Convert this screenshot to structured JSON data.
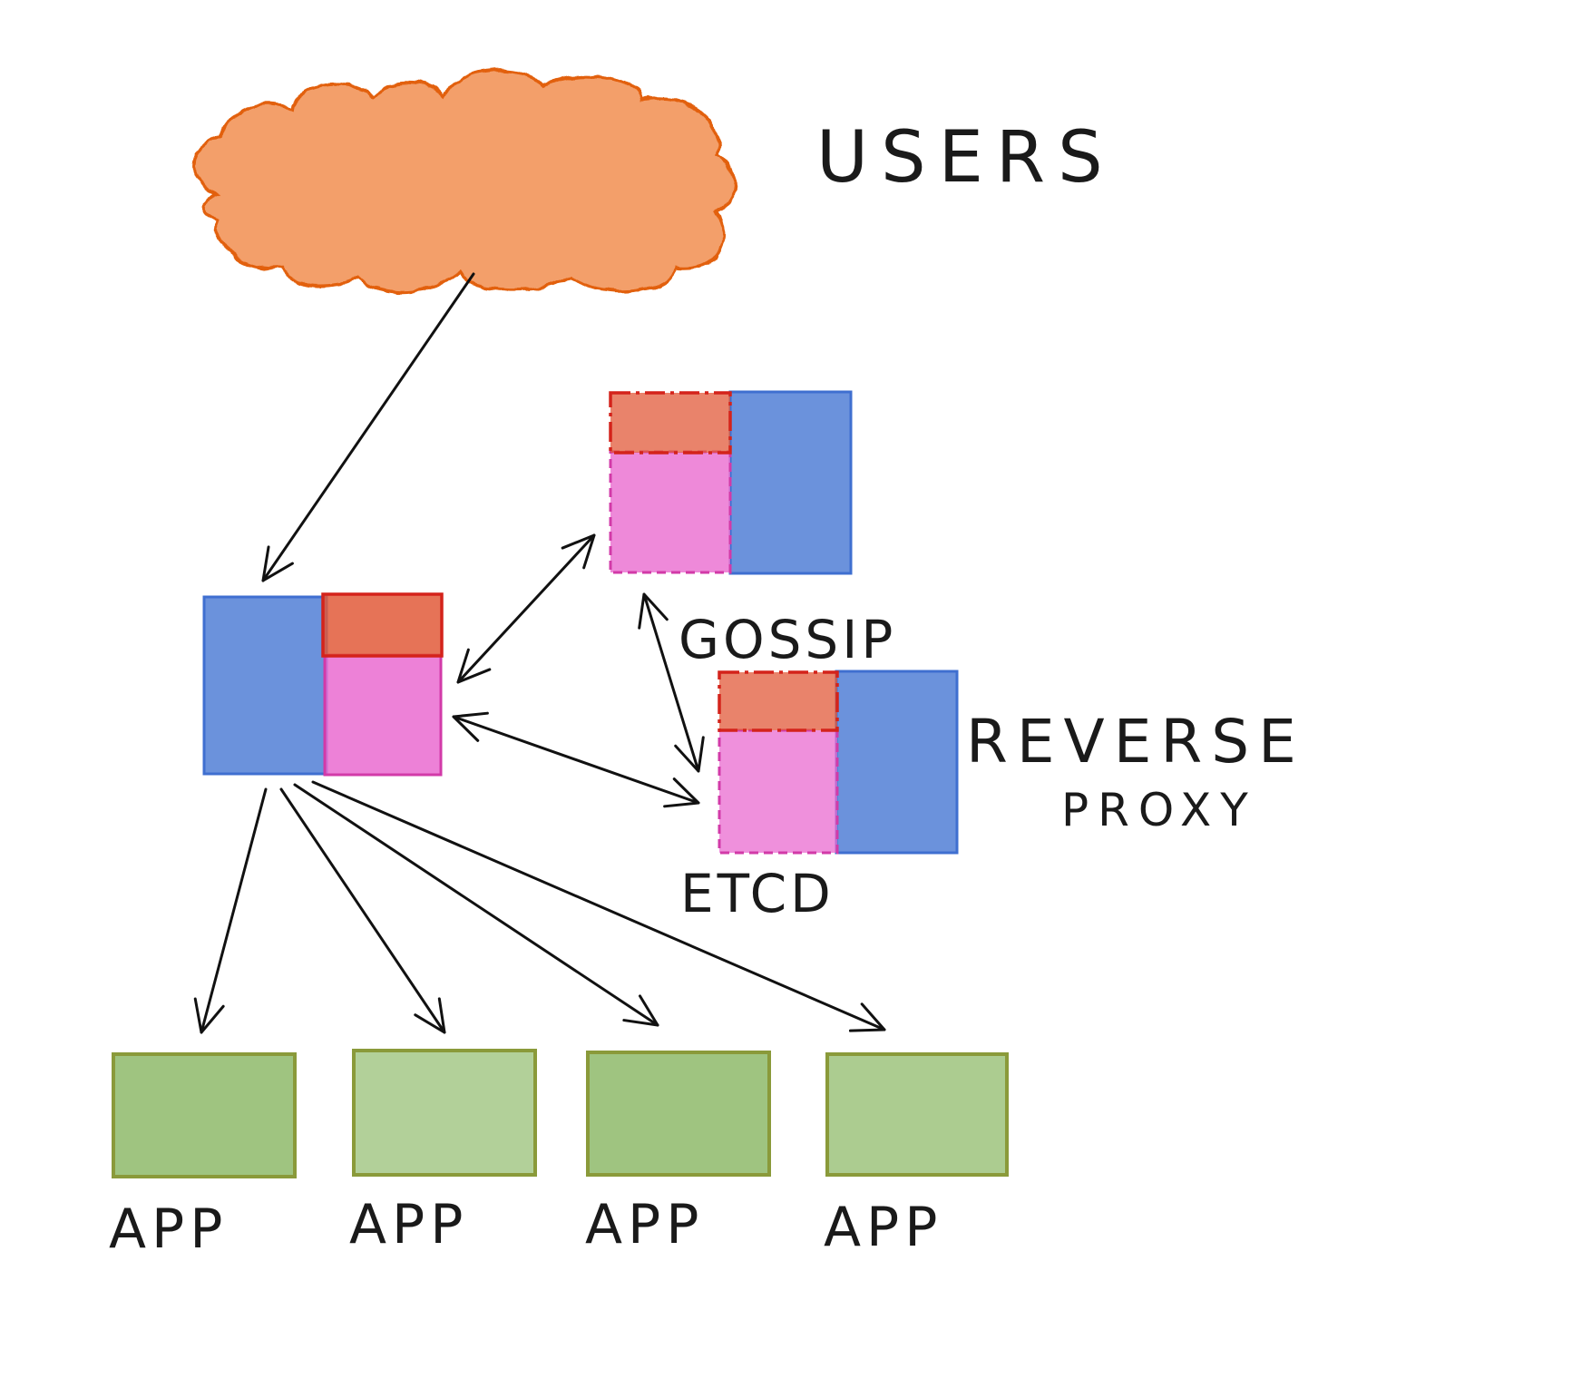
{
  "labels": {
    "users": "USERS",
    "gossip": "GOSSIP",
    "reverse": "REVERSE",
    "proxy": "PROXY",
    "etcd": "ETCD",
    "apps": [
      "APP",
      "APP",
      "APP",
      "APP"
    ]
  },
  "colors": {
    "cloud_fill": "#f08a4b",
    "cloud_stroke": "#e2600f",
    "proxy_blue": "#5b86d8",
    "proxy_blue_stroke": "#3f6fd0",
    "etcd_pink": "#ea6bd0",
    "etcd_pink_stroke": "#d23aa8",
    "gossip_red": "#e25a3a",
    "gossip_red_stroke": "#d4231b",
    "app_green": "#7fb055",
    "app_green_stroke": "#8a9a3a",
    "arrow": "#111111"
  }
}
